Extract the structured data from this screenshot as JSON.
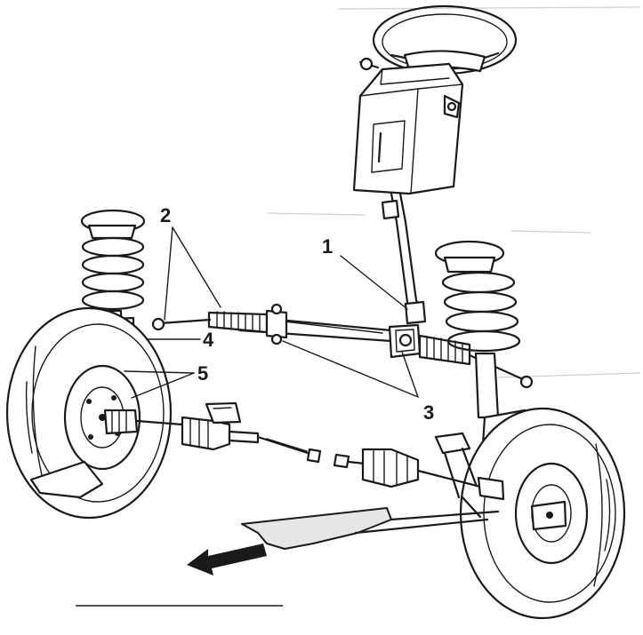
{
  "diagram": {
    "callouts": [
      {
        "id": "1",
        "label": "1"
      },
      {
        "id": "2",
        "label": "2"
      },
      {
        "id": "3",
        "label": "3"
      },
      {
        "id": "4",
        "label": "4"
      },
      {
        "id": "5",
        "label": "5"
      }
    ]
  },
  "colors": {
    "ink": "#1a1a1a",
    "paper": "#ffffff",
    "shade": "#e6e6e6"
  },
  "icons": {
    "direction_arrow": "arrow-left-icon"
  }
}
